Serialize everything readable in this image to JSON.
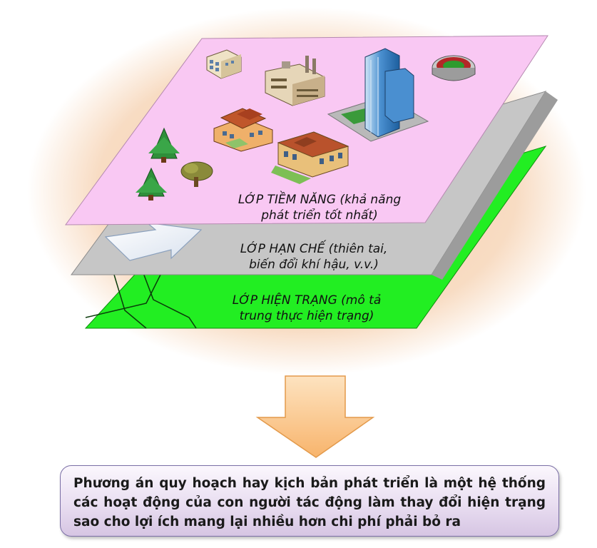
{
  "layers": {
    "potential": {
      "line1": "LỚP TIỀM NĂNG (khả năng",
      "line2": "phát triển tốt nhất)",
      "color": "#f9c8f3"
    },
    "constraint": {
      "line1": "LỚP HẠN CHẾ (thiên tai,",
      "line2": "biến đổi khí hậu, v.v.)",
      "color": "#c6c6c6"
    },
    "current": {
      "line1": "LỚP HIỆN TRẠNG (mô tả",
      "line2": "trung thực hiện trạng)",
      "color": "#22ee22"
    }
  },
  "icons": [
    "apartment-icon",
    "factory-icon",
    "skyscraper-icon",
    "stadium-icon",
    "house-icon",
    "school-icon",
    "pine-tree-icon",
    "oak-tree-icon"
  ],
  "arrow_color": "#fbc98a",
  "background_glow_color": "#f6d5b6",
  "caption": "Phương án quy hoạch hay kịch bản phát triển là một hệ thống các hoạt động của con người tác động làm thay đổi hiện trạng sao cho lợi ích mang lại nhiều hơn chi phí phải bỏ ra"
}
